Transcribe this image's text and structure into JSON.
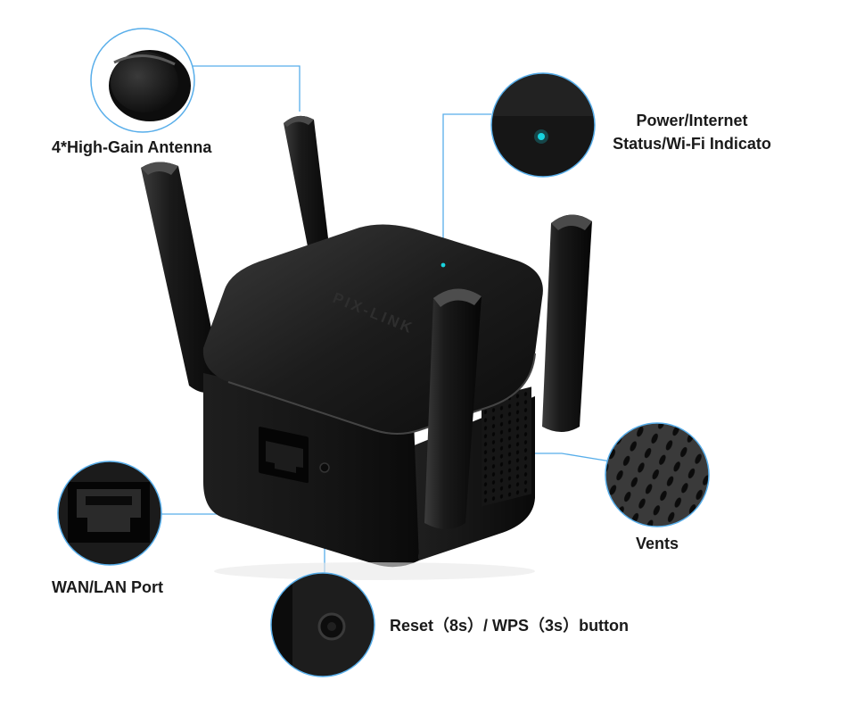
{
  "colors": {
    "leader_line": "#58aeea",
    "device_body": "#141414",
    "indicator_led": "#19d3de",
    "label_text": "#1a1a1a"
  },
  "device": {
    "brand_text": "PIX-LINK"
  },
  "callouts": {
    "antenna": {
      "label": "4*High-Gain Antenna",
      "icon": "antenna-closeup-icon"
    },
    "indicator": {
      "line1": "Power/Internet",
      "line2": "Status/Wi-Fi Indicato",
      "icon": "led-closeup-icon"
    },
    "vents": {
      "label": "Vents",
      "icon": "vent-grille-closeup-icon"
    },
    "port": {
      "label": "WAN/LAN Port",
      "icon": "ethernet-port-closeup-icon"
    },
    "reset": {
      "label": "Reset（8s）/ WPS（3s）button",
      "icon": "reset-button-closeup-icon"
    }
  }
}
